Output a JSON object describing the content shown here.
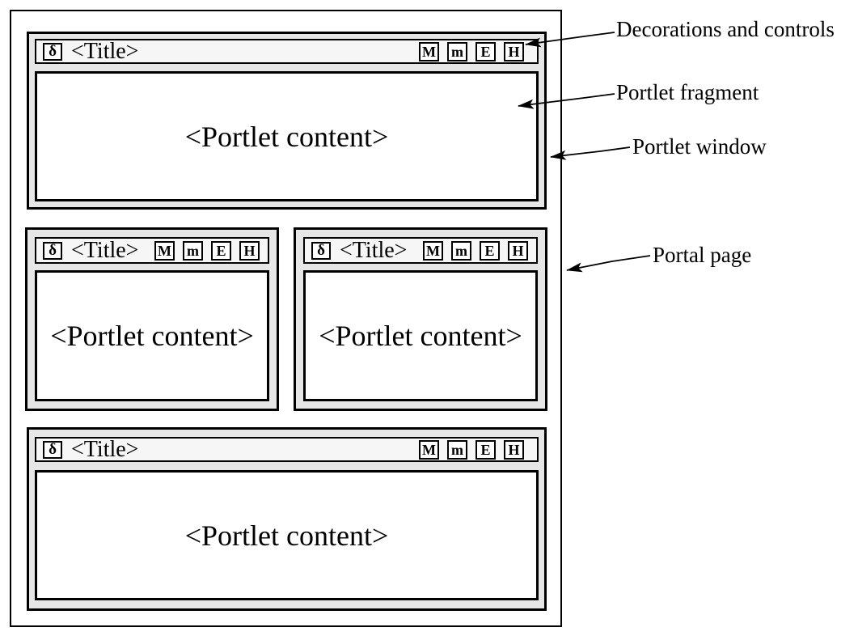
{
  "portlet": {
    "icon_glyph": "δ",
    "title": "<Title>",
    "content": "<Portlet content>",
    "buttons": [
      {
        "name": "maximize",
        "label": "M"
      },
      {
        "name": "minimize",
        "label": "m"
      },
      {
        "name": "edit",
        "label": "E"
      },
      {
        "name": "help",
        "label": "H"
      }
    ]
  },
  "annotations": {
    "decorations": "Decorations and controls",
    "fragment": "Portlet fragment",
    "window": "Portlet window",
    "page": "Portal page"
  },
  "colors": {
    "line": "#000000",
    "window_frame": "#e6e6e6",
    "titlebar_bg": "#f6f6f6",
    "content_bg": "#ffffff"
  }
}
